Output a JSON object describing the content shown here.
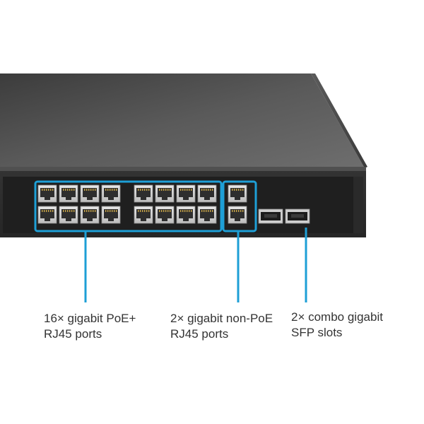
{
  "callouts": {
    "poe": {
      "line1": "16× gigabit PoE+",
      "line2": "RJ45 ports"
    },
    "nonpoe": {
      "line1": "2× gigabit non-PoE",
      "line2": "RJ45 ports"
    },
    "sfp": {
      "line1": "2× combo gigabit",
      "line2": "SFP slots"
    }
  },
  "colors": {
    "highlight": "#1e9fd6",
    "chassis_top": "#4a4a4a",
    "chassis_front": "#2b2b2b",
    "port_face": "#d9d9d9"
  }
}
